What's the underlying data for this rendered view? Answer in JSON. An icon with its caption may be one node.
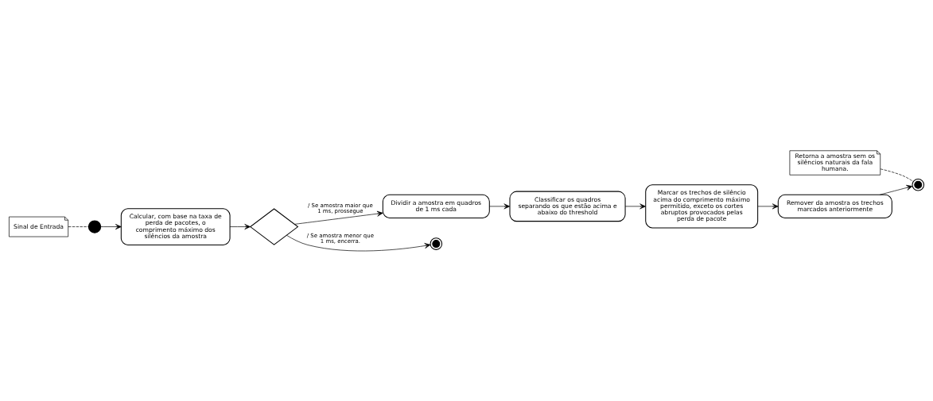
{
  "diagram": {
    "nodes": [
      {
        "text": [],
        "shape": "circle"
      },
      {
        "text": [
          "Sinal de Entrada"
        ]
      },
      {
        "text": [
          "Calcular, com base na taxa de perda de pacotes, o comprimento máximo dos silêncios da amostra"
        ]
      },
      {
        "text": [],
        "shape": "diamond"
      },
      {
        "text": [
          "Dividir a amostra em quadros de 1 ms cada"
        ]
      },
      {
        "text": [],
        "shape": "circle"
      },
      {
        "text": [
          "Classificar os quadros separando os que estão acima e abaixo do threshold"
        ]
      },
      {
        "text": [
          "Marcar os trechos de silêncio acima do comprimento máximo permitido, exceto os cortes abruptos provocados pelas perda de pacote"
        ]
      },
      {
        "text": [
          "Remover da amostra os trechos marcados anteriormente"
        ]
      },
      {
        "text": [],
        "shape": "circle"
      },
      {
        "text": [
          "Retorna a amostra sem os silêncios naturais da fala humana."
        ]
      }
    ],
    "edges": [
      {
        "from": 0,
        "to": 2,
        "arrow": "to"
      },
      {
        "from": 1,
        "to": 0,
        "arrow": "none",
        "style": "dashed"
      },
      {
        "from": 2,
        "to": 3,
        "arrow": "to"
      },
      {
        "from": 3,
        "to": 4,
        "arrow": "to",
        "label": "/ Se amostra maior que 1 ms, prossegue"
      },
      {
        "from": 3,
        "to": 5,
        "arrow": "to",
        "label": "/ Se amostra menor que 1 ms, encerra."
      },
      {
        "from": 4,
        "to": 6,
        "arrow": "to"
      },
      {
        "from": 6,
        "to": 7,
        "arrow": "to"
      },
      {
        "from": 7,
        "to": 8,
        "arrow": "to"
      },
      {
        "from": 8,
        "to": 9,
        "arrow": "to"
      },
      {
        "from": 10,
        "to": 9,
        "arrow": "none",
        "style": "dashed"
      }
    ]
  }
}
